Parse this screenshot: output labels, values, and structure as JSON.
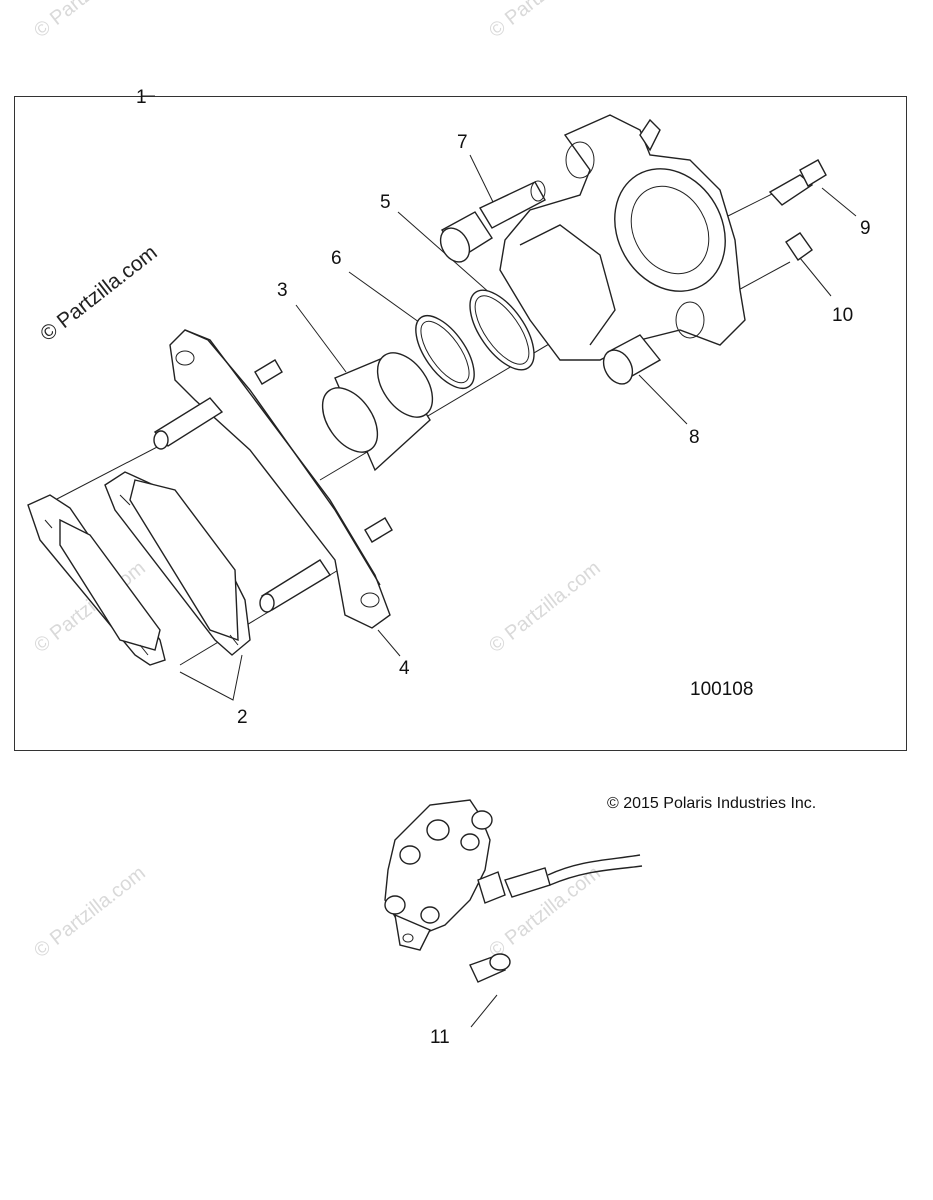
{
  "watermark": "© Partzilla.com",
  "callouts": [
    "1",
    "2",
    "3",
    "4",
    "5",
    "6",
    "7",
    "8",
    "9",
    "10",
    "11"
  ],
  "figure_id": "100108",
  "copyright": "© 2015 Polaris Industries Inc."
}
